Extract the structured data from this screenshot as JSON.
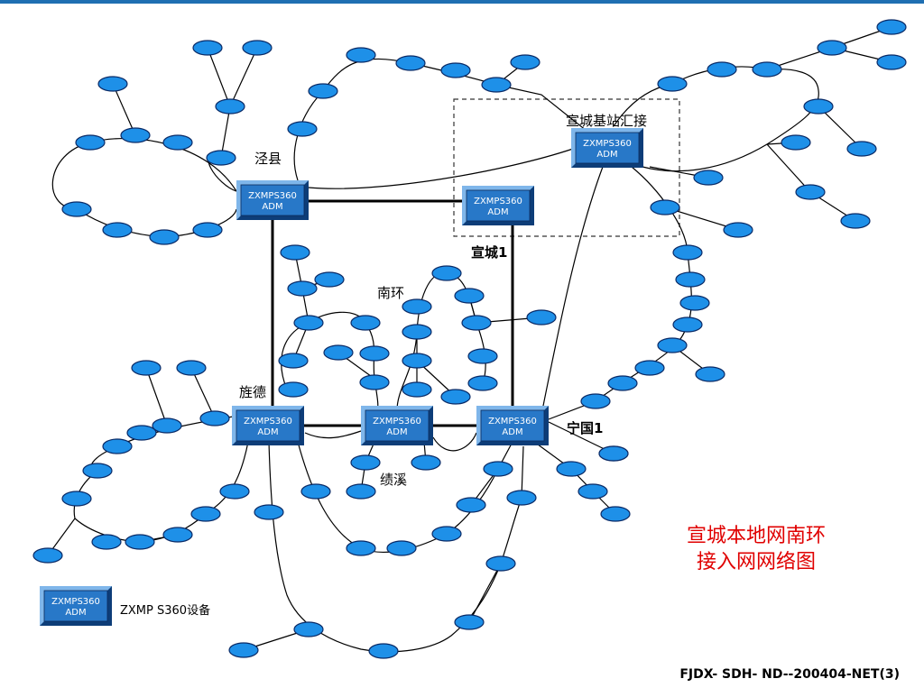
{
  "colors": {
    "node_fill": "#1E90E8",
    "node_stroke": "#0a2a66",
    "adm_fill": "#2878C8",
    "adm_dark": "#0d3d78",
    "adm_light": "#7fb6ea",
    "title_red": "#E00000",
    "top_bar": "#1f6fb2"
  },
  "adm_label_line1": "ZXMPS360",
  "adm_label_line2": "ADM",
  "sites": {
    "jingxian": "泾县",
    "xuancheng1": "宣城1",
    "xuancheng_hub": "宣城基站汇接",
    "nanhuan": "南环",
    "jingde": "旌德",
    "jixi": "绩溪",
    "ningguo1": "宁国1"
  },
  "legend": {
    "label": "ZXMP S360设备"
  },
  "title": {
    "line1": "宣城本地网南环",
    "line2": "接入网网络图"
  },
  "doc_code": "FJDX- SDH- ND--200404-NET(3)"
}
